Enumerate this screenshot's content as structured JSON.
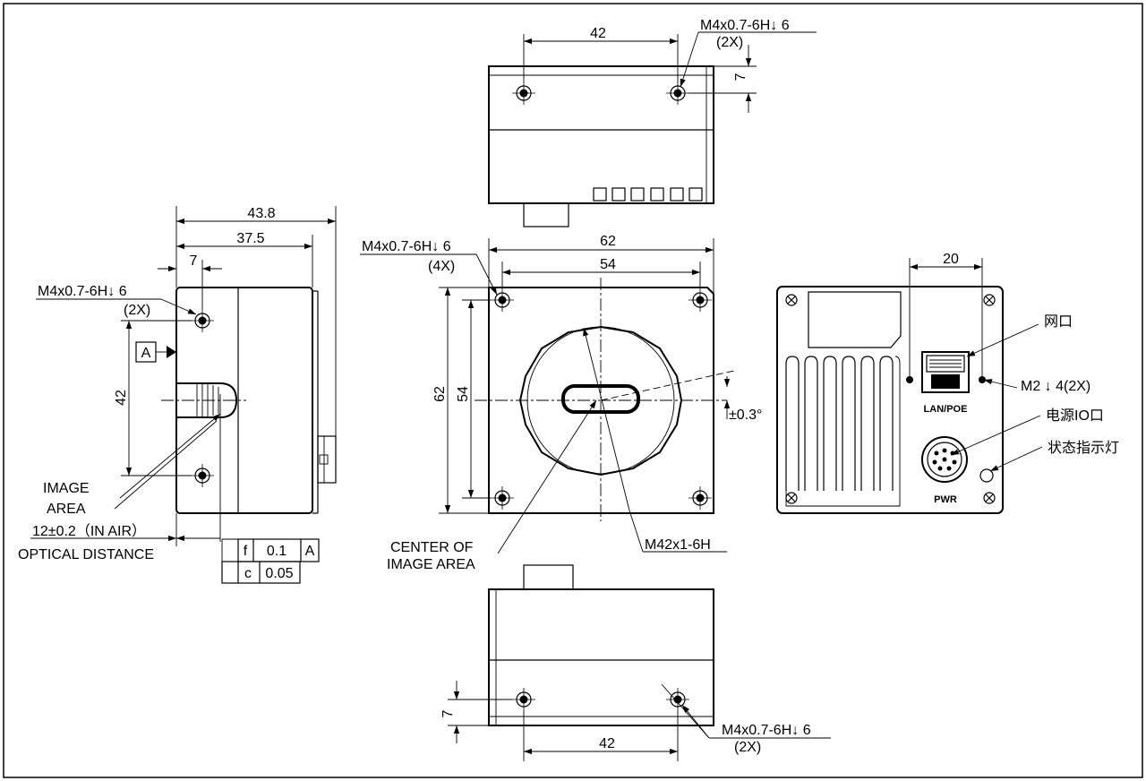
{
  "top_view": {
    "dim_hole_spacing": "42",
    "dim_hole_offset": "7",
    "callout_thread": "M4x0.7-6H↓ 6",
    "callout_qty": "(2X)"
  },
  "side_view": {
    "dim_total_length": "43.8",
    "dim_body_length": "37.5",
    "dim_hole_offset": "7",
    "dim_hole_spacing": "42",
    "callout_thread": "M4x0.7-6H↓ 6",
    "callout_qty": "(2X)",
    "datum": "A",
    "image_area_line1": "IMAGE",
    "image_area_line2": "AREA",
    "optical_distance_value": "12±0.2（IN AIR）",
    "optical_distance_label": "OPTICAL DISTANCE",
    "tolerance_table": [
      [
        "f",
        "0.1",
        "A"
      ],
      [
        "c",
        "0.05",
        ""
      ]
    ]
  },
  "front_view": {
    "dim_width": "62",
    "dim_hole_spacing_h": "54",
    "dim_height": "62",
    "dim_hole_spacing_v": "54",
    "callout_thread": "M4x0.7-6H↓ 6",
    "callout_qty": "(4X)",
    "angle_tolerance": "±0.3°",
    "lens_mount": "M42x1-6H",
    "center_label_line1": "CENTER OF",
    "center_label_line2": "IMAGE AREA"
  },
  "back_view": {
    "dim_port_spacing": "20",
    "label_network": "网口",
    "label_screw": "M2 ↓ 4(2X)",
    "label_power_io": "电源IO口",
    "label_status_led": "状态指示灯",
    "port_lan_text": "LAN/POE",
    "port_pwr_text": "PWR"
  },
  "bottom_view": {
    "dim_hole_offset": "7",
    "dim_hole_spacing": "42",
    "callout_thread": "M4x0.7-6H↓ 6",
    "callout_qty": "(2X)"
  }
}
